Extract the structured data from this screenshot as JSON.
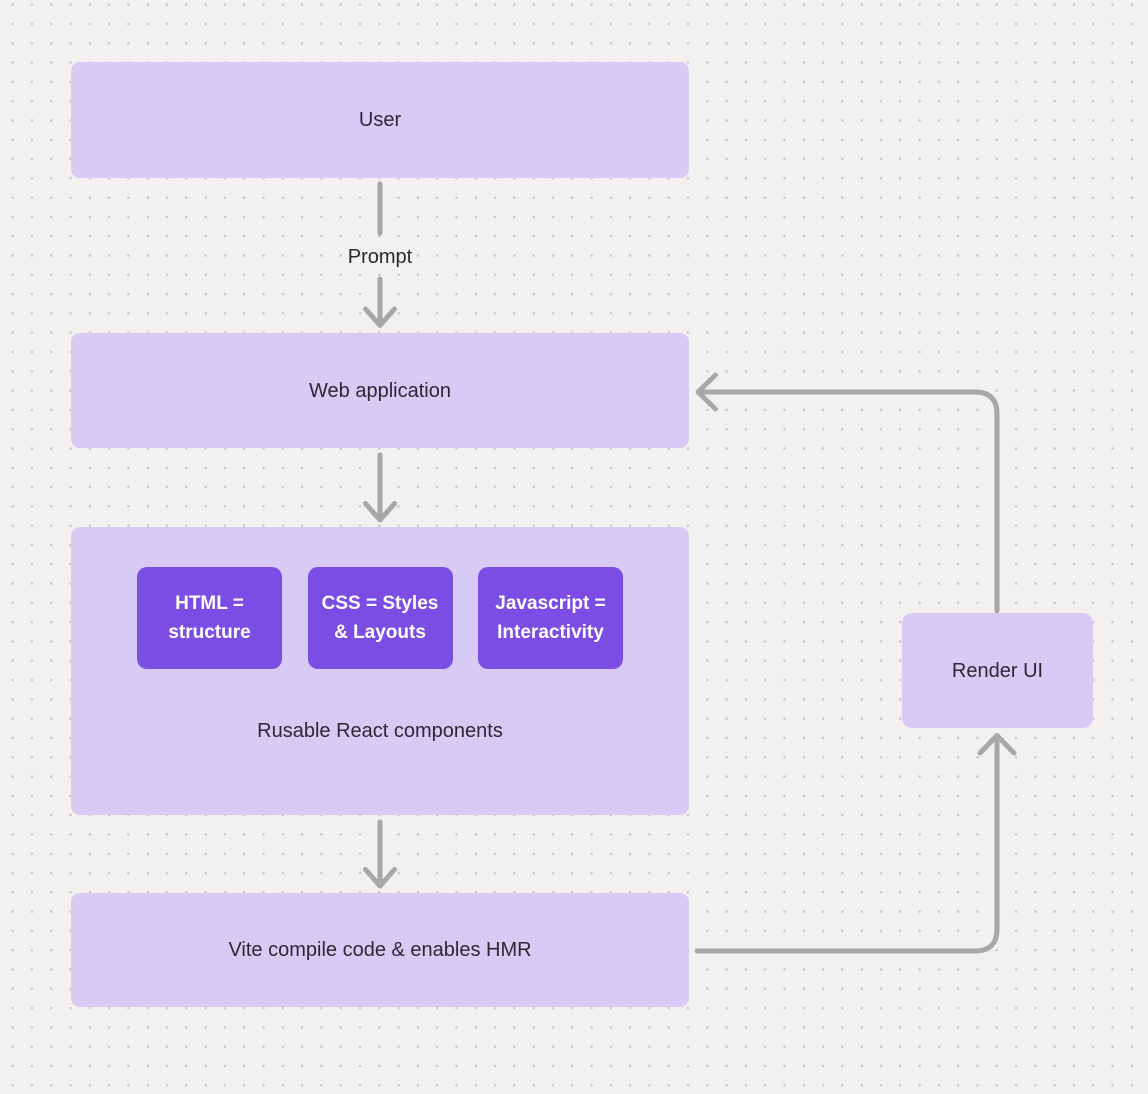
{
  "theme": {
    "canvas_bg": "#f2f1f0",
    "dot_color": "#c7c6c5",
    "node_fill": "#d7cbf6",
    "node_text": "#2b2733",
    "accent_fill": "#7c4de4",
    "accent_text": "#ffffff",
    "arrow_color": "#a8a7a5"
  },
  "diagram": {
    "nodes": {
      "user": {
        "label": "User"
      },
      "web_application": {
        "label": "Web application"
      },
      "components_group": {
        "caption": "Rusable React components"
      },
      "vite": {
        "label": "Vite compile code & enables HMR"
      },
      "render_ui": {
        "label": "Render UI"
      }
    },
    "chips": [
      {
        "label": "HTML =\nstructure"
      },
      {
        "label": "CSS = Styles\n& Layouts"
      },
      {
        "label": "Javascript =\nInteractivity"
      }
    ],
    "edges": [
      {
        "from": "User",
        "to": "Web application",
        "label": "Prompt"
      },
      {
        "from": "Web application",
        "to": "Rusable React components",
        "label": ""
      },
      {
        "from": "Rusable React components",
        "to": "Vite compile code & enables HMR",
        "label": ""
      },
      {
        "from": "Vite compile code & enables HMR",
        "to": "Render UI",
        "label": ""
      },
      {
        "from": "Render UI",
        "to": "Web application",
        "label": ""
      }
    ]
  }
}
